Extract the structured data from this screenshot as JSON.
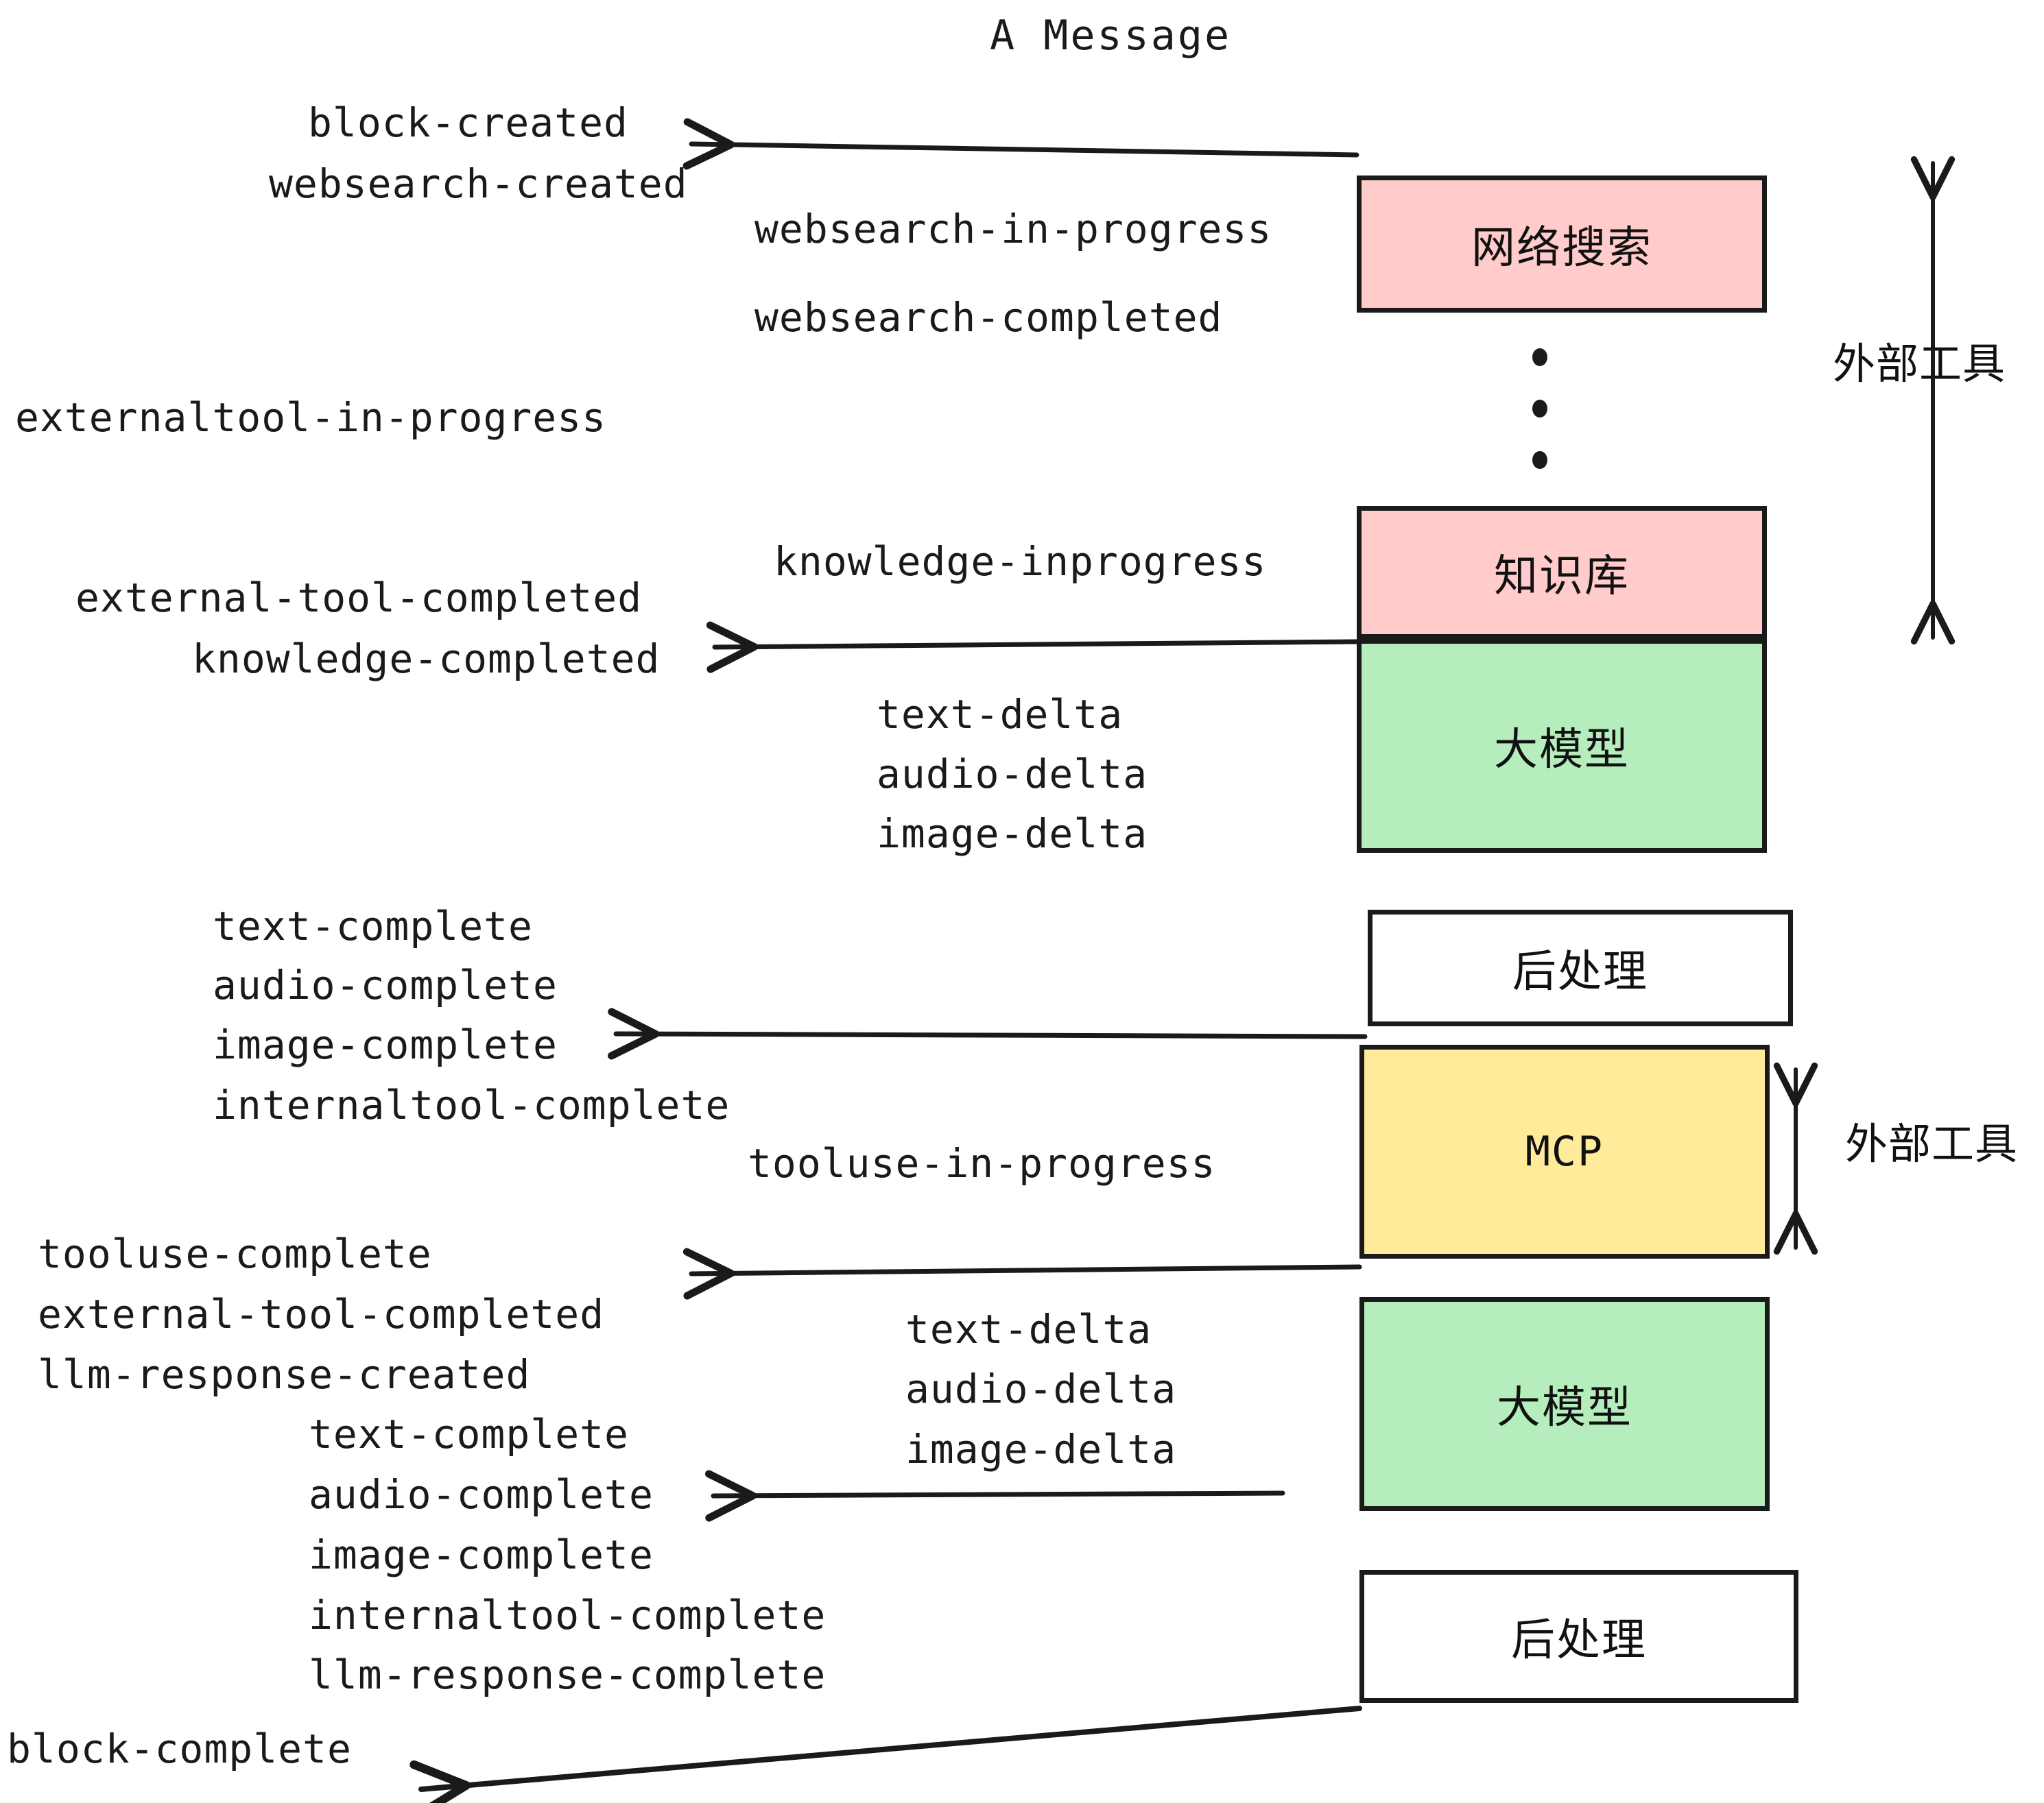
{
  "title": "A Message",
  "colors": {
    "pink": "#ffcccb",
    "green": "#b5eebc",
    "yellow": "#ffeb99",
    "white": "#ffffff",
    "stroke": "#1a1a1a",
    "text": "#1a1a1a",
    "background": "#ffffff"
  },
  "nodes": [
    {
      "id": "websearch",
      "label": "网络搜索",
      "fill": "pink"
    },
    {
      "id": "knowledge",
      "label": "知识库",
      "fill": "pink"
    },
    {
      "id": "llm-1",
      "label": "大模型",
      "fill": "green"
    },
    {
      "id": "postprocess-1",
      "label": "后处理",
      "fill": "white"
    },
    {
      "id": "mcp",
      "label": "MCP",
      "fill": "yellow"
    },
    {
      "id": "llm-2",
      "label": "大模型",
      "fill": "green"
    },
    {
      "id": "postprocess-2",
      "label": "后处理",
      "fill": "white"
    }
  ],
  "side_annotations": [
    {
      "id": "external-tools-top",
      "label": "外部工具"
    },
    {
      "id": "external-tools-bottom",
      "label": "外部工具"
    }
  ],
  "events": [
    {
      "id": "block-created",
      "text": "block-created"
    },
    {
      "id": "websearch-created",
      "text": "websearch-created"
    },
    {
      "id": "websearch-in-progress",
      "text": "websearch-in-progress"
    },
    {
      "id": "websearch-completed",
      "text": "websearch-completed"
    },
    {
      "id": "externaltool-in-progress",
      "text": "externaltool-in-progress"
    },
    {
      "id": "knowledge-inprogress",
      "text": "knowledge-inprogress"
    },
    {
      "id": "external-tool-completed-1",
      "text": "external-tool-completed"
    },
    {
      "id": "knowledge-completed",
      "text": "knowledge-completed"
    },
    {
      "id": "text-delta-1",
      "text": "text-delta"
    },
    {
      "id": "audio-delta-1",
      "text": "audio-delta"
    },
    {
      "id": "image-delta-1",
      "text": "image-delta"
    },
    {
      "id": "text-complete-1",
      "text": "text-complete"
    },
    {
      "id": "audio-complete-1",
      "text": "audio-complete"
    },
    {
      "id": "image-complete-1",
      "text": "image-complete"
    },
    {
      "id": "internaltool-complete-1",
      "text": "internaltool-complete"
    },
    {
      "id": "tooluse-in-progress",
      "text": "tooluse-in-progress"
    },
    {
      "id": "tooluse-complete",
      "text": "tooluse-complete"
    },
    {
      "id": "external-tool-completed-2",
      "text": "external-tool-completed"
    },
    {
      "id": "llm-response-created",
      "text": "llm-response-created"
    },
    {
      "id": "text-delta-2",
      "text": "text-delta"
    },
    {
      "id": "audio-delta-2",
      "text": "audio-delta"
    },
    {
      "id": "image-delta-2",
      "text": "image-delta"
    },
    {
      "id": "text-complete-2",
      "text": "text-complete"
    },
    {
      "id": "audio-complete-2",
      "text": "audio-complete"
    },
    {
      "id": "image-complete-2",
      "text": "image-complete"
    },
    {
      "id": "internaltool-complete-2",
      "text": "internaltool-complete"
    },
    {
      "id": "llm-response-complete",
      "text": "llm-response-complete"
    },
    {
      "id": "block-complete",
      "text": "block-complete"
    }
  ]
}
